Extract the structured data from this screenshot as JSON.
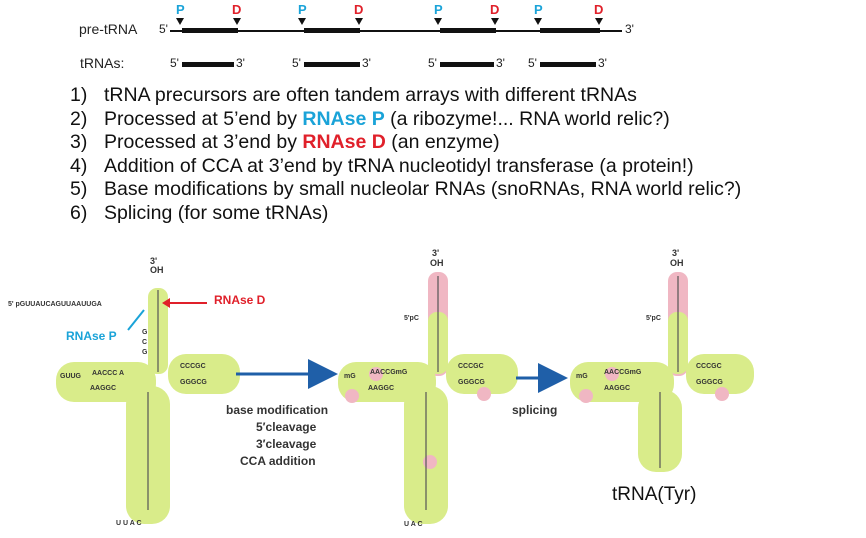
{
  "strand": {
    "pre_label": "pre-tRNA",
    "trnas_label": "tRNAs:",
    "five_prime": "5'",
    "three_prime": "3'",
    "p_marker": "P",
    "d_marker": "D"
  },
  "steps": [
    {
      "num": "1)",
      "text": "tRNA precursors are often tandem arrays with different tRNAs"
    },
    {
      "num": "2)",
      "pre": "Processed at 5’end by ",
      "highlight": "RNAse P",
      "post": " (a ribozyme!... RNA world relic?)"
    },
    {
      "num": "3)",
      "pre": "Processed at 3’end by ",
      "highlight": "RNAse D",
      "post": " (an enzyme)"
    },
    {
      "num": "4)",
      "text": "Addition of CCA at 3’end by tRNA nucleotidyl transferase (a protein!)"
    },
    {
      "num": "5)",
      "text": "Base modifications by small nucleolar RNAs (snoRNAs, RNA world relic?)"
    },
    {
      "num": "6)",
      "text": "Splicing (for some tRNAs)"
    }
  ],
  "figure": {
    "leader": "5' pGUUAUCAGUUAAUUGA",
    "three_oh_top": "3'",
    "three_oh_bottom": "OH",
    "five_p": "5'pC",
    "rnase_d": "RNAse D",
    "rnase_p": "RNAse P",
    "processing_steps": [
      "base modification",
      "5′cleavage",
      "3′cleavage",
      "CCA addition"
    ],
    "splicing": "splicing",
    "caption": "tRNA(Tyr)"
  },
  "colors": {
    "rnase_p": "#1aa3d8",
    "rnase_d": "#e0202a",
    "arrow": "#1f5fa8",
    "halo_green": "#d9ec8a",
    "halo_pink": "#f0b7c3"
  }
}
